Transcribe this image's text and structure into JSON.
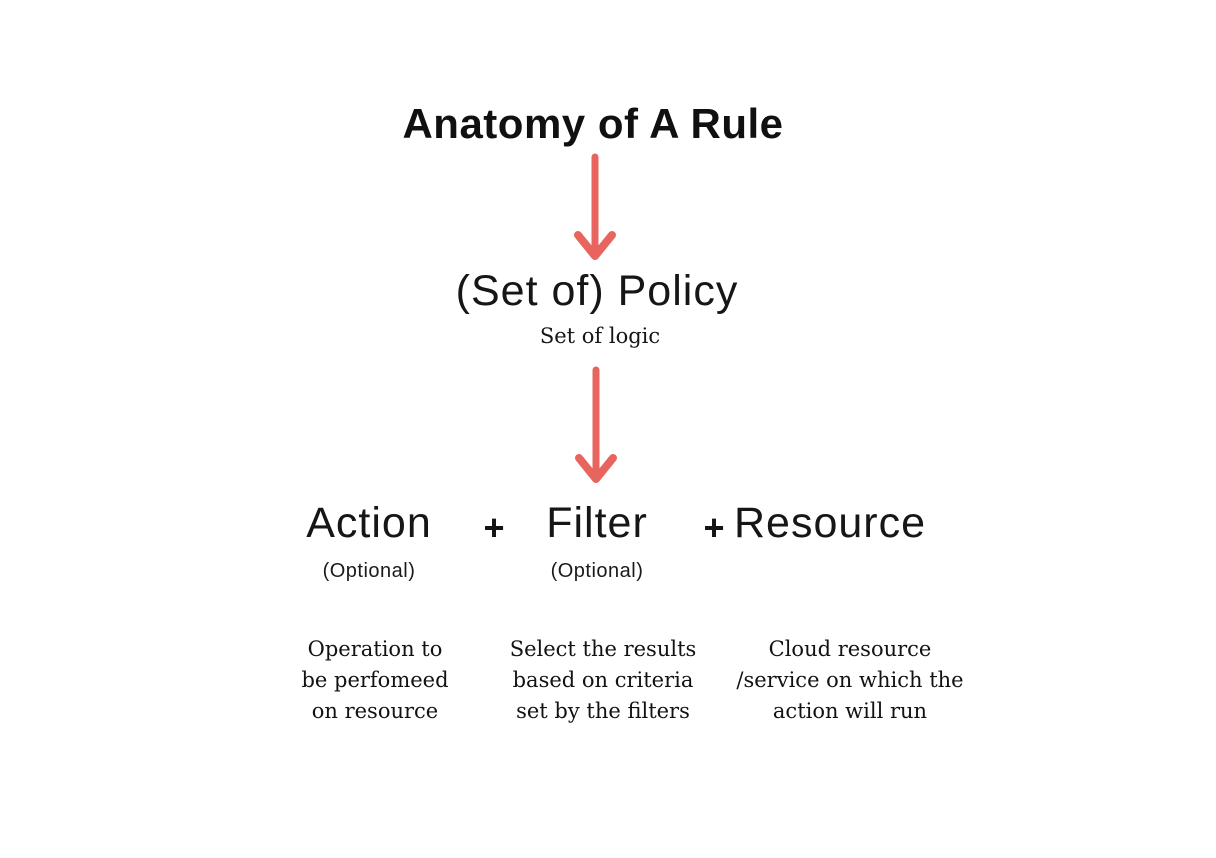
{
  "colors": {
    "arrow": "#E8655F",
    "text": "#101010",
    "background": "#FFFFFF"
  },
  "title": "Anatomy of A Rule",
  "policy": {
    "label": "(Set of) Policy",
    "sublabel": "Set of logic"
  },
  "formula": {
    "plus": "+",
    "items": [
      {
        "label": "Action",
        "note": "(Optional)",
        "description": "Operation to\nbe perfomeed\non resource"
      },
      {
        "label": "Filter",
        "note": "(Optional)",
        "description": "Select the results\nbased on criteria\nset by the filters"
      },
      {
        "label": "Resource",
        "note": "",
        "description": "Cloud resource\n/service on which the\naction will run"
      }
    ]
  }
}
